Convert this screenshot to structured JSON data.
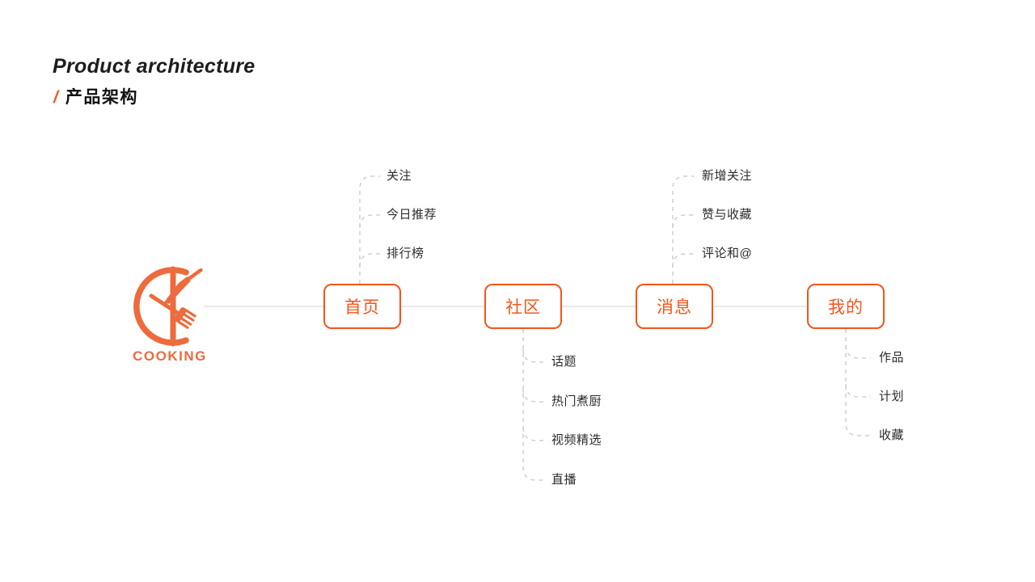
{
  "header": {
    "title": "Product architecture",
    "subtitle_slash": "/",
    "subtitle_text": "产品架构"
  },
  "logo": {
    "wordmark": "COOKING",
    "icon": "cooking-knife-fork-ck-logo"
  },
  "colors": {
    "accent_orange": "#f4551b",
    "logo_orange": "#ed6b3d",
    "solid_line_gray": "#e9e9e7",
    "dashed_line_gray": "#cfcfcf",
    "title_text": "#1d1d1f",
    "leaf_text": "#2b2b2b"
  },
  "diagram": {
    "type": "mindmap",
    "nodes": [
      {
        "id": "home",
        "label": "首页",
        "children_position": "above",
        "children": [
          "关注",
          "今日推荐",
          "排行榜"
        ]
      },
      {
        "id": "community",
        "label": "社区",
        "children_position": "below",
        "children": [
          "话题",
          "热门煮厨",
          "视频精选",
          "直播"
        ]
      },
      {
        "id": "messages",
        "label": "消息",
        "children_position": "above",
        "children": [
          "新增关注",
          "赞与收藏",
          "评论和@"
        ]
      },
      {
        "id": "mine",
        "label": "我的",
        "children_position": "below",
        "children": [
          "作品",
          "计划",
          "收藏"
        ]
      }
    ]
  }
}
